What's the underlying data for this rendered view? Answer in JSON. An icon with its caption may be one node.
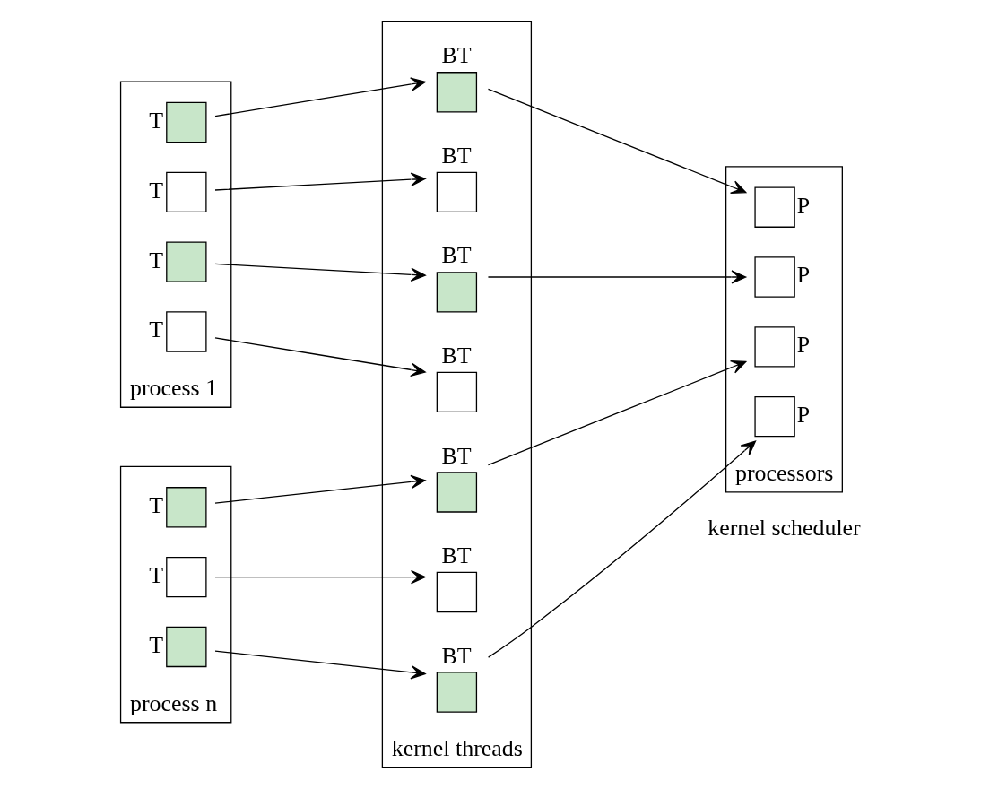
{
  "diagram": {
    "nodes": [
      {
        "text": [
          "process 1"
        ]
      },
      {
        "text": [],
        "shape": "box",
        "beside": [
          "T"
        ],
        "in": 0
      },
      {
        "text": [],
        "shape": "box",
        "beside": [
          "T"
        ],
        "in": 0
      },
      {
        "text": [],
        "shape": "box",
        "beside": [
          "T"
        ],
        "in": 0
      },
      {
        "text": [],
        "shape": "box",
        "beside": [
          "T"
        ],
        "in": 0
      },
      {
        "text": [
          "process n"
        ]
      },
      {
        "text": [],
        "shape": "box",
        "beside": [
          "T"
        ],
        "in": 5
      },
      {
        "text": [],
        "shape": "box",
        "beside": [
          "T"
        ],
        "in": 5
      },
      {
        "text": [],
        "shape": "box",
        "beside": [
          "T"
        ],
        "in": 5
      },
      {
        "text": [
          "kernel threads"
        ]
      },
      {
        "text": [],
        "shape": "box",
        "beside": [
          "BT"
        ],
        "in": 9
      },
      {
        "text": [],
        "shape": "box",
        "beside": [
          "BT"
        ],
        "in": 9
      },
      {
        "text": [],
        "shape": "box",
        "beside": [
          "BT"
        ],
        "in": 9
      },
      {
        "text": [],
        "shape": "box",
        "beside": [
          "BT"
        ],
        "in": 9
      },
      {
        "text": [],
        "shape": "box",
        "beside": [
          "BT"
        ],
        "in": 9
      },
      {
        "text": [],
        "shape": "box",
        "beside": [
          "BT"
        ],
        "in": 9
      },
      {
        "text": [],
        "shape": "box",
        "beside": [
          "BT"
        ],
        "in": 9
      },
      {
        "text": [
          "processors"
        ]
      },
      {
        "text": [],
        "shape": "box",
        "beside": [
          "P"
        ],
        "in": 17
      },
      {
        "text": [],
        "shape": "box",
        "beside": [
          "P"
        ],
        "in": 17
      },
      {
        "text": [],
        "shape": "box",
        "beside": [
          "P"
        ],
        "in": 17
      },
      {
        "text": [],
        "shape": "box",
        "beside": [
          "P"
        ],
        "in": 17
      }
    ],
    "edges": [
      {
        "from": 1,
        "to": 10,
        "arrow": "to"
      },
      {
        "from": 2,
        "to": 11,
        "arrow": "to"
      },
      {
        "from": 3,
        "to": 12,
        "arrow": "to"
      },
      {
        "from": 4,
        "to": 14,
        "arrow": "to"
      },
      {
        "from": 6,
        "to": 13,
        "arrow": "to"
      },
      {
        "from": 7,
        "to": 16,
        "arrow": "to"
      },
      {
        "from": 8,
        "to": 15,
        "arrow": "to"
      },
      {
        "from": 10,
        "to": 18,
        "arrow": "to"
      },
      {
        "from": 12,
        "to": 19,
        "arrow": "to"
      },
      {
        "from": 13,
        "to": 20,
        "arrow": "to"
      },
      {
        "from": 15,
        "to": 21,
        "arrow": "to"
      }
    ],
    "labels": [
      "kernel scheduler"
    ]
  }
}
